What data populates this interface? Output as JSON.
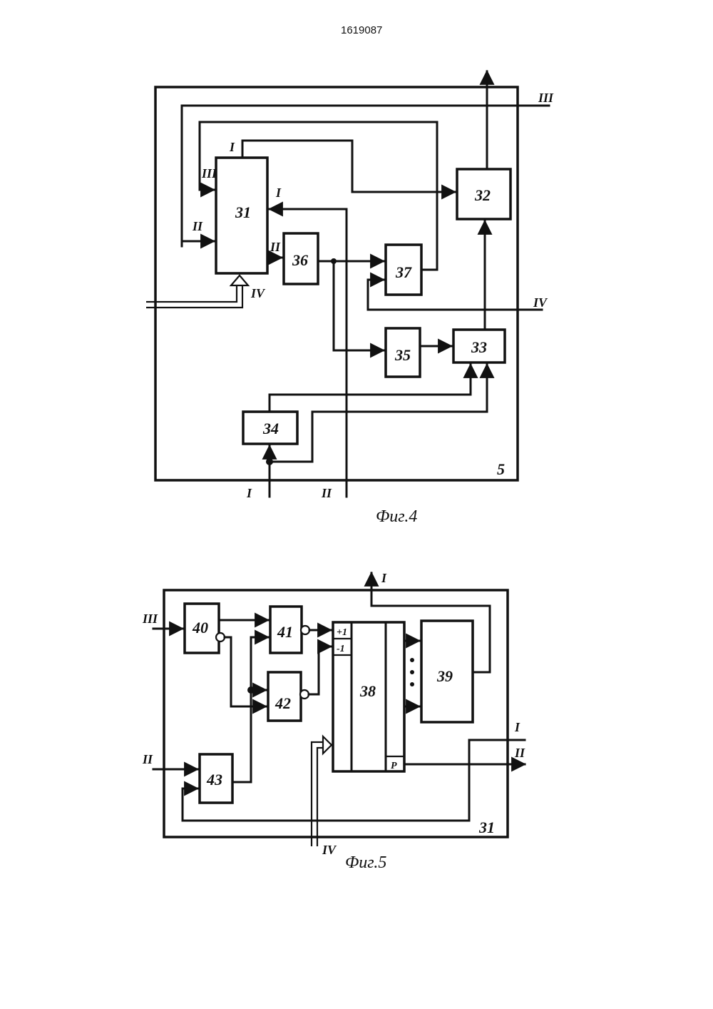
{
  "header": {
    "doc_number": "1619087"
  },
  "fig4": {
    "caption": "Фиг.4",
    "module_label": "5",
    "blocks": {
      "b31": "31",
      "b32": "32",
      "b33": "33",
      "b34": "34",
      "b35": "35",
      "b36": "36",
      "b37": "37"
    },
    "signals": {
      "out_I_top": "I",
      "in_I_left": "I",
      "in_II": "II",
      "in_III": "III",
      "in_IV": "IV",
      "out_II": "II",
      "bus_III": "III",
      "bus_IV": "IV",
      "in_bottom_I": "I",
      "in_bottom_II": "II"
    }
  },
  "fig5": {
    "caption": "Фиг.5",
    "module_label": "31",
    "blocks": {
      "b38": "38",
      "b39": "39",
      "b40": "40",
      "b41": "41",
      "b42": "42",
      "b43": "43"
    },
    "counter_inputs": {
      "plus": "+1",
      "minus": "-1",
      "p": "P"
    },
    "signals": {
      "in_III": "III",
      "in_II": "II",
      "in_IV": "IV",
      "out_I_top": "I",
      "out_I_right": "I",
      "out_II_right": "II"
    }
  },
  "arrowhead": {
    "color": "#111111"
  }
}
